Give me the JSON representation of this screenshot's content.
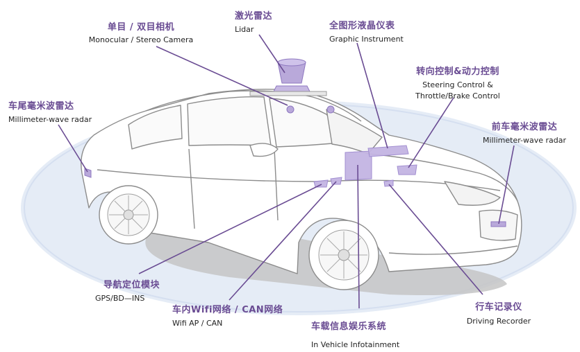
{
  "colors": {
    "accent": "#6a4c93",
    "sensor_fill": "#b7a7d8",
    "ellipse_blue": "#dfe7f3",
    "shadow": "#c8c8c8",
    "car_stroke": "#8a8a8a"
  },
  "labels": {
    "camera": {
      "zh": "单目 / 双目相机",
      "en": "Monocular / Stereo Camera"
    },
    "lidar": {
      "zh": "激光雷达",
      "en": "Lidar"
    },
    "instrument": {
      "zh": "全图形液晶仪表",
      "en": "Graphic Instrument"
    },
    "steering": {
      "zh": "转向控制&动力控制",
      "en1": "Steering Control &",
      "en2": "Throttle/Brake Control"
    },
    "rear_radar": {
      "zh": "车尾毫米波雷达",
      "en": "Millimeter-wave radar"
    },
    "front_radar": {
      "zh": "前车毫米波雷达",
      "en": "Millimeter-wave radar"
    },
    "gps": {
      "zh": "导航定位模块",
      "en": "GPS/BD—INS"
    },
    "wifi": {
      "zh": "车内Wifi网络 / CAN网络",
      "en": "Wifi AP / CAN"
    },
    "infotainment": {
      "zh": "车载信息娱乐系统",
      "en": "In Vehicle Infotainment"
    },
    "recorder": {
      "zh": "行车记录仪",
      "en": "Driving Recorder"
    }
  },
  "icons": [
    "car-illustration",
    "lidar-sensor-icon",
    "camera-sensor-icon",
    "radar-sensor-icon"
  ]
}
